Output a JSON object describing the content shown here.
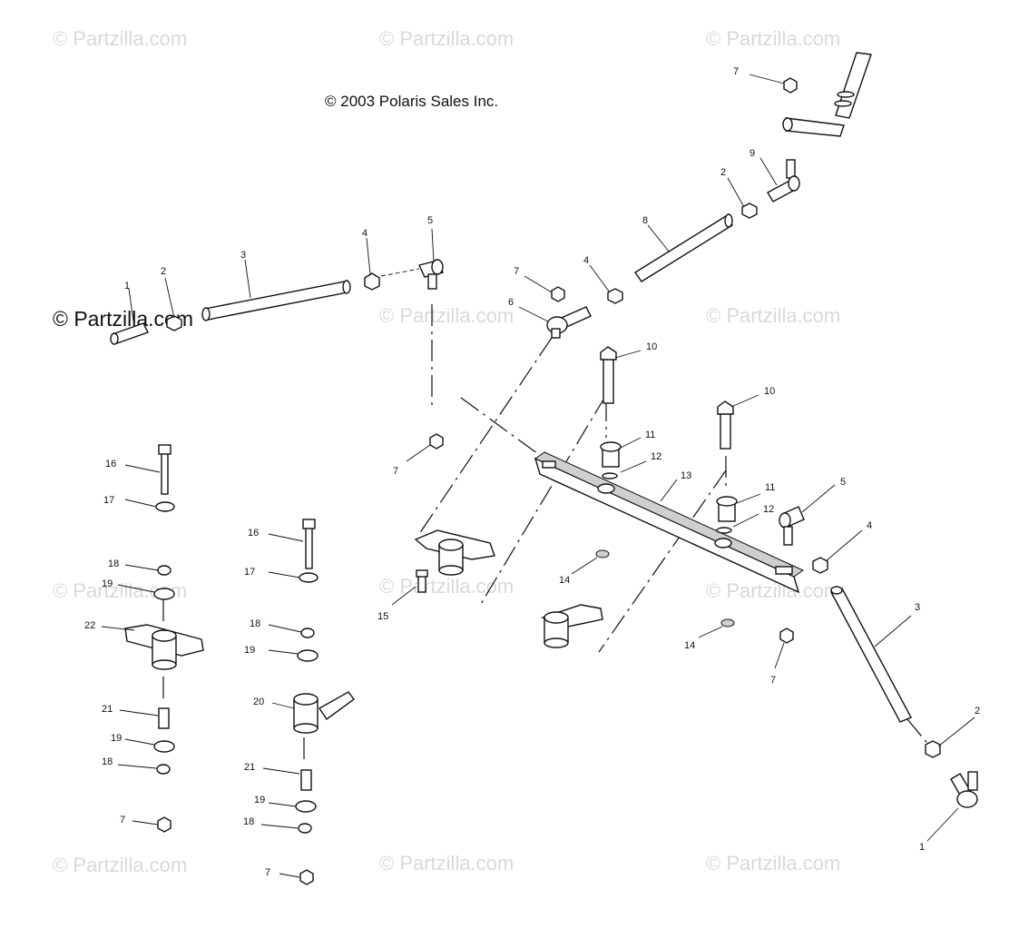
{
  "copyright": "© 2003 Polaris Sales Inc.",
  "watermarks": [
    "© Partzilla.com",
    "© Partzilla.com",
    "© Partzilla.com",
    "© Partzilla.com",
    "© Partzilla.com",
    "© Partzilla.com",
    "© Partzilla.com",
    "© Partzilla.com",
    "© Partzilla.com",
    "© Partzilla.com",
    "© Partzilla.com",
    "© Partzilla.com"
  ],
  "watermark_strong": "© Partzilla.com",
  "callouts": [
    "7",
    "9",
    "2",
    "8",
    "5",
    "4",
    "3",
    "2",
    "1",
    "7",
    "4",
    "6",
    "10",
    "10",
    "11",
    "12",
    "13",
    "11",
    "12",
    "5",
    "4",
    "7",
    "16",
    "17",
    "16",
    "17",
    "18",
    "19",
    "22",
    "18",
    "19",
    "15",
    "14",
    "14",
    "7",
    "3",
    "20",
    "21",
    "19",
    "18",
    "21",
    "19",
    "18",
    "7",
    "2",
    "7",
    "1"
  ]
}
